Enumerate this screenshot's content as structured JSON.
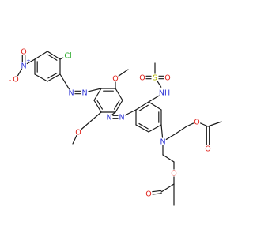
{
  "colors": {
    "bond": "#1a1a1a",
    "carbon": "#1a1a1a",
    "nitrogen": "#2b32d6",
    "oxygen": "#e0211a",
    "chlorine": "#1fa51f",
    "sulfur": "#b3b300"
  },
  "labels": {
    "nitro_O_minus": "O",
    "nitro_minus_sign": "-",
    "nitro_N": "N",
    "nitro_plus_sign": "+",
    "nitro_O": "O",
    "chloro": "Cl",
    "azo1_N_a": "N",
    "azo1_N_b": "N",
    "methoxy_top_O": "O",
    "methoxy_bottom_O": "O",
    "azo2_N_a": "N",
    "azo2_N_b": "N",
    "sulfonamide_NH": "NH",
    "sulfonyl_S": "S",
    "sulfonyl_O_left": "O",
    "sulfonyl_O_right": "O",
    "amine_N": "N",
    "ester1_O": "O",
    "ester1_carbonyl_O": "O",
    "ester2_O": "O",
    "ester2_carbonyl_O": "O"
  }
}
